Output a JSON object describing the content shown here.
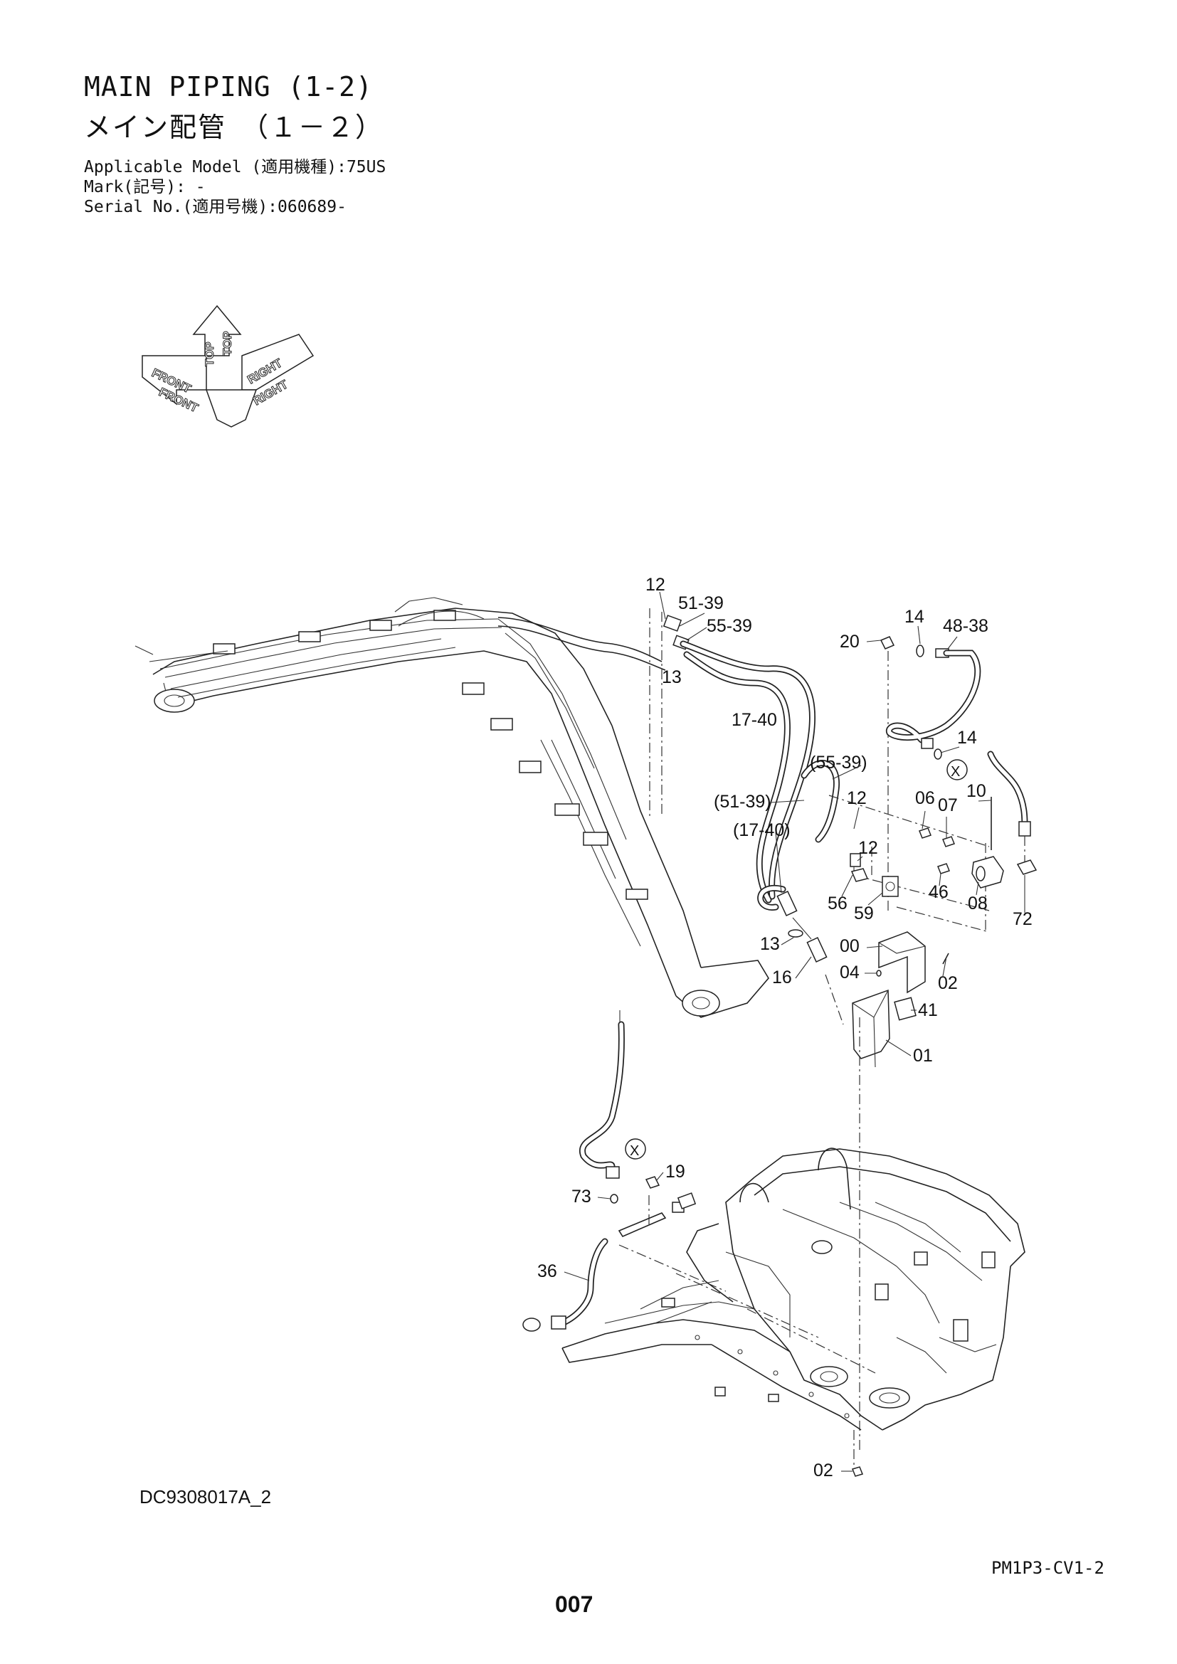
{
  "header": {
    "title_en": "MAIN PIPING (1-2)",
    "title_jp": "メイン配管　（１－２）",
    "applicable_model": "Applicable Model (適用機種):75US",
    "mark": "Mark(記号): -",
    "serial_no": "Serial No.(適用号機):060689-"
  },
  "orientation": {
    "top": "TOP",
    "front": "FRONT",
    "right": "RIGHT"
  },
  "callouts": [
    "12",
    "51-39",
    "55-39",
    "13",
    "14",
    "48-38",
    "20",
    "17-40",
    "14",
    "(55-39)",
    "12",
    "(51-39)",
    "06",
    "07",
    "10",
    "(17-40)",
    "12",
    "56",
    "59",
    "46",
    "08",
    "72",
    "13",
    "00",
    "04",
    "02",
    "16",
    "41",
    "01",
    "19",
    "73",
    "36",
    "02"
  ],
  "footer": {
    "drawing_code": "DC9308017A_2",
    "sheet_code": "PM1P3-CV1-2",
    "page_number": "007"
  }
}
